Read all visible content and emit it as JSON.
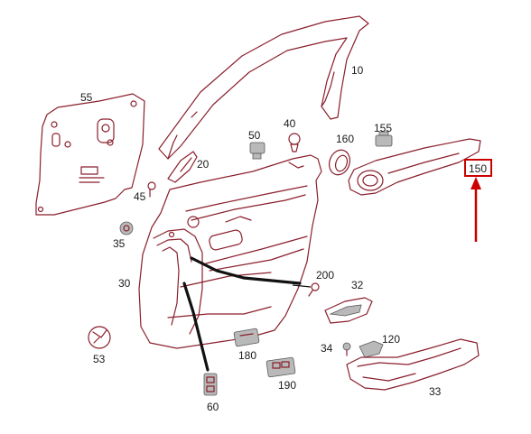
{
  "diagram": {
    "highlight_color": "#cc0000",
    "part_color": "#8a1f2c",
    "highlighted_part": "150",
    "parts": [
      {
        "id": "p10",
        "label": "10"
      },
      {
        "id": "p20",
        "label": "20"
      },
      {
        "id": "p30",
        "label": "30"
      },
      {
        "id": "p32",
        "label": "32"
      },
      {
        "id": "p33",
        "label": "33"
      },
      {
        "id": "p34",
        "label": "34"
      },
      {
        "id": "p35",
        "label": "35"
      },
      {
        "id": "p40",
        "label": "40"
      },
      {
        "id": "p45",
        "label": "45"
      },
      {
        "id": "p50",
        "label": "50"
      },
      {
        "id": "p53",
        "label": "53"
      },
      {
        "id": "p55",
        "label": "55"
      },
      {
        "id": "p60",
        "label": "60"
      },
      {
        "id": "p120",
        "label": "120"
      },
      {
        "id": "p150",
        "label": "150"
      },
      {
        "id": "p155",
        "label": "155"
      },
      {
        "id": "p160",
        "label": "160"
      },
      {
        "id": "p180",
        "label": "180"
      },
      {
        "id": "p190",
        "label": "190"
      },
      {
        "id": "p200",
        "label": "200"
      }
    ]
  }
}
